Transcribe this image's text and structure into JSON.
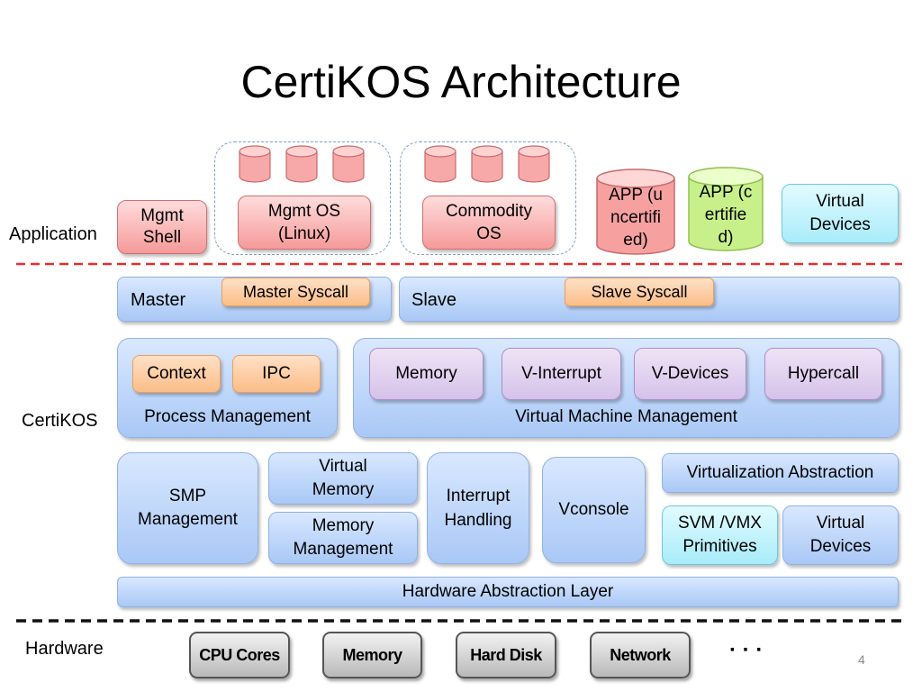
{
  "title": "CertiKOS Architecture",
  "page_number": "4",
  "layers": {
    "application": "Application",
    "certikos": "CertiKOS",
    "hardware": "Hardware"
  },
  "application": {
    "mgmt_shell": "Mgmt Shell",
    "mgmt_os": "Mgmt OS (Linux)",
    "commodity_os": "Commodity OS",
    "app_uncertified": "APP (uncertified)",
    "app_certified": "APP (certified)",
    "virtual_devices": "Virtual Devices"
  },
  "certikos": {
    "master": "Master",
    "master_syscall": "Master Syscall",
    "slave": "Slave",
    "slave_syscall": "Slave Syscall",
    "process_management": "Process Management",
    "context": "Context",
    "ipc": "IPC",
    "vm_management": "Virtual Machine Management",
    "vm_memory": "Memory",
    "v_interrupt": "V-Interrupt",
    "v_devices": "V-Devices",
    "hypercall": "Hypercall",
    "smp_management": "SMP Management",
    "virtual_memory": "Virtual Memory",
    "memory_management": "Memory Management",
    "interrupt_handling": "Interrupt Handling",
    "vconsole": "Vconsole",
    "virtualization_abstraction": "Virtualization Abstraction",
    "svm_vmx": "SVM /VMX Primitives",
    "virtual_devices": "Virtual Devices",
    "hal": "Hardware Abstraction Layer"
  },
  "hardware": {
    "cpu_cores": "CPU Cores",
    "memory": "Memory",
    "hard_disk": "Hard Disk",
    "network": "Network",
    "ellipsis": "· · ·"
  },
  "colors": {
    "blue_box": "#a9c8f6",
    "orange_box": "#fbbd88",
    "purple_box": "#d6c2ea",
    "red_box": "#f59a9a",
    "green_box": "#c8f08a",
    "cyan_box": "#a8ecfa",
    "gray_box": "#b9b9b9",
    "red_divider": "#e03030",
    "black_divider": "#111111"
  }
}
